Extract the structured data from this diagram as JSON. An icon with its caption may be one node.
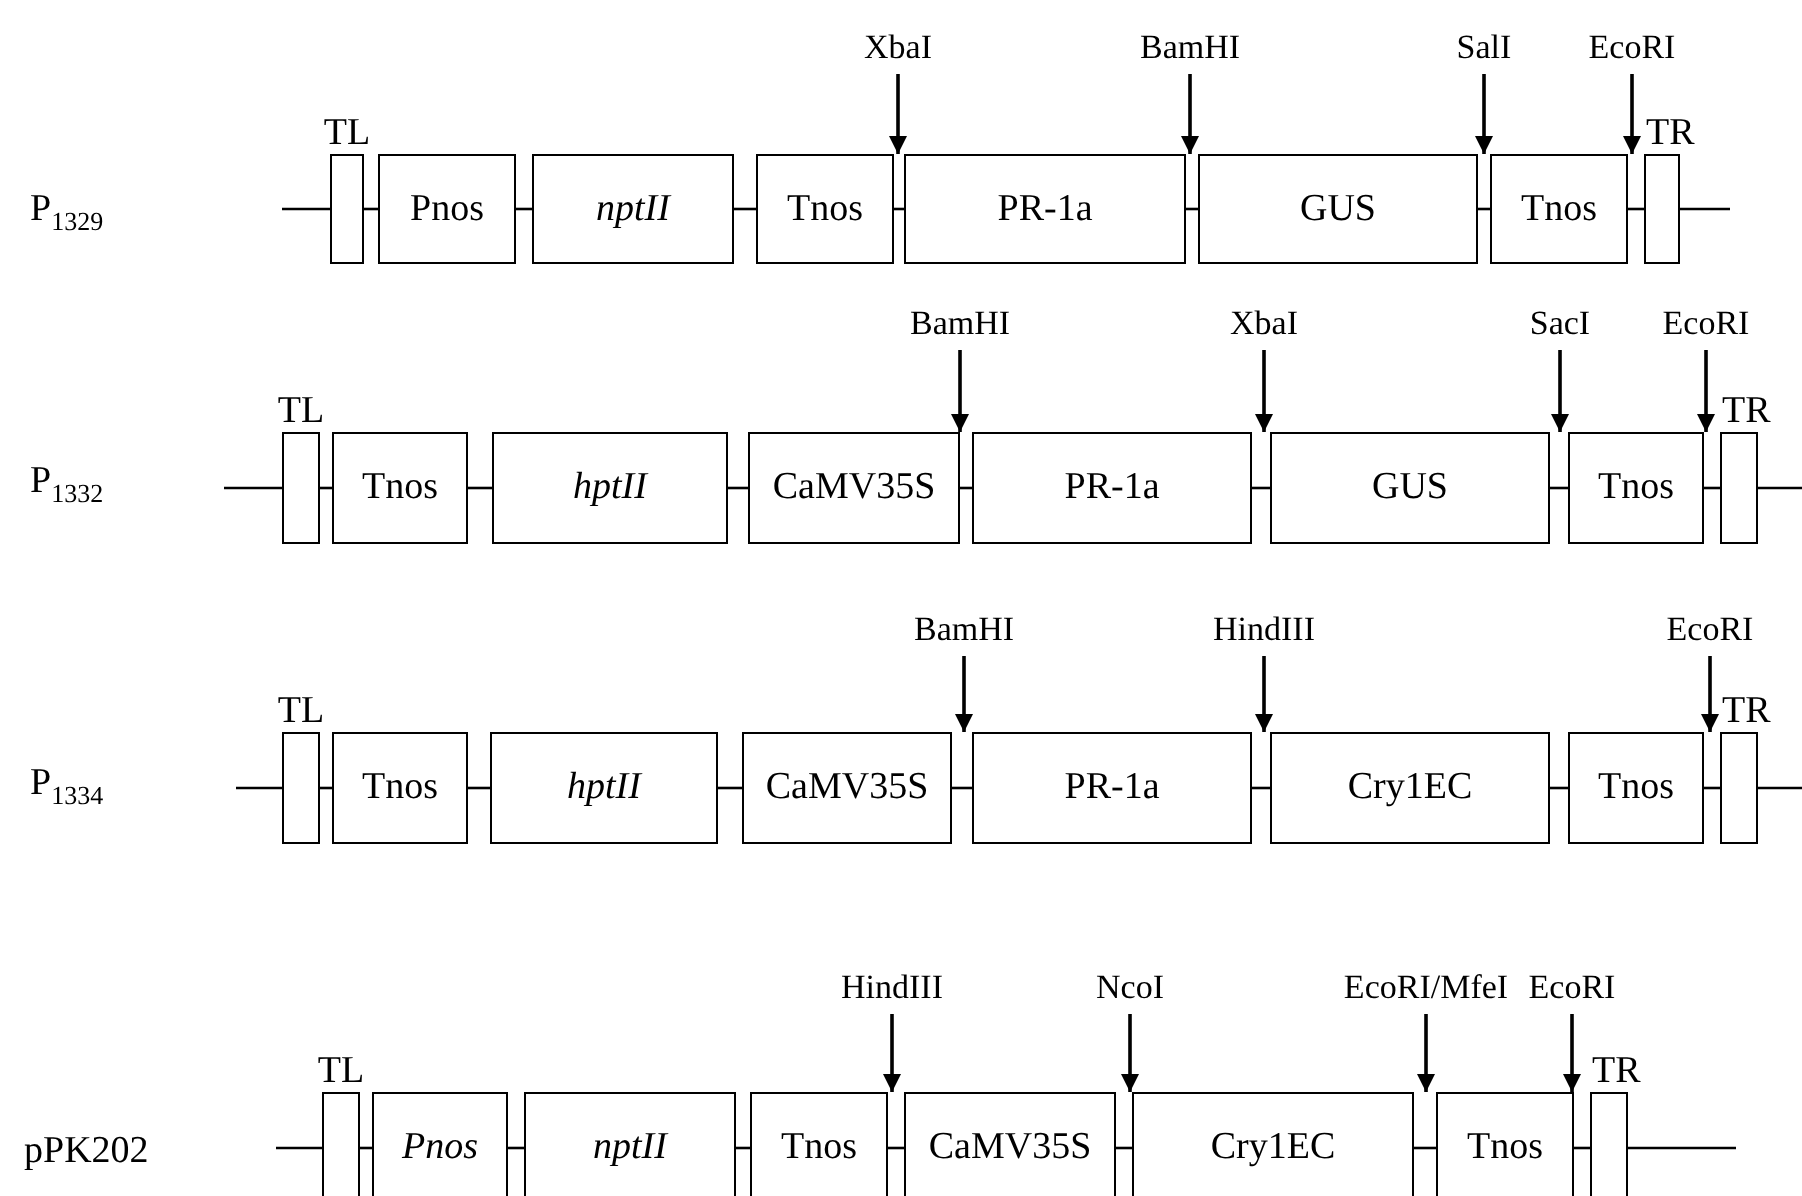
{
  "diagram": {
    "nodes": [
      {
        "text": [
          "XbaI"
        ]
      },
      {
        "text": [
          "BamHI"
        ]
      },
      {
        "text": [
          "SalI"
        ]
      },
      {
        "text": [
          "EcoRI"
        ]
      },
      {
        "text": [
          "TL"
        ]
      },
      {
        "text": [
          "Pnos"
        ]
      },
      {
        "text": [
          "nptII"
        ]
      },
      {
        "text": [
          "Tnos"
        ]
      },
      {
        "text": [
          "PR-1a"
        ]
      },
      {
        "text": [
          "GUS"
        ]
      },
      {
        "text": [
          "Tnos"
        ]
      },
      {
        "text": [
          "TR"
        ]
      },
      {
        "text": [
          "BamHI"
        ]
      },
      {
        "text": [
          "XbaI"
        ]
      },
      {
        "text": [
          "SacI"
        ]
      },
      {
        "text": [
          "EcoRI"
        ]
      },
      {
        "text": [
          "TL"
        ]
      },
      {
        "text": [
          "Tnos"
        ]
      },
      {
        "text": [
          "hptII"
        ]
      },
      {
        "text": [
          "CaMV35S"
        ]
      },
      {
        "text": [
          "PR-1a"
        ]
      },
      {
        "text": [
          "GUS"
        ]
      },
      {
        "text": [
          "Tnos"
        ]
      },
      {
        "text": [
          "TR"
        ]
      },
      {
        "text": [
          "BamHI"
        ]
      },
      {
        "text": [
          "HindIII"
        ]
      },
      {
        "text": [
          "EcoRI"
        ]
      },
      {
        "text": [
          "TL"
        ]
      },
      {
        "text": [
          "Tnos"
        ]
      },
      {
        "text": [
          "hptII"
        ]
      },
      {
        "text": [
          "CaMV35S"
        ]
      },
      {
        "text": [
          "PR-1a"
        ]
      },
      {
        "text": [
          "Cry1EC"
        ]
      },
      {
        "text": [
          "Tnos"
        ]
      },
      {
        "text": [
          "TR"
        ]
      },
      {
        "text": [
          "HindIII"
        ]
      },
      {
        "text": [
          "NcoI"
        ]
      },
      {
        "text": [
          "EcoRI/MfeI"
        ]
      },
      {
        "text": [
          "EcoRI"
        ]
      },
      {
        "text": [
          "TL"
        ]
      },
      {
        "text": [
          "Pnos"
        ]
      },
      {
        "text": [
          "nptII"
        ]
      },
      {
        "text": [
          "Tnos"
        ]
      },
      {
        "text": [
          "CaMV35S"
        ]
      },
      {
        "text": [
          "Cry1EC"
        ]
      },
      {
        "text": [
          "Tnos"
        ]
      },
      {
        "text": [
          "TR"
        ]
      }
    ],
    "edges": [
      {
        "from": null,
        "to": 4,
        "arrow": "none"
      },
      {
        "from": 4,
        "to": 5,
        "arrow": "none"
      },
      {
        "from": 5,
        "to": 6,
        "arrow": "none"
      },
      {
        "from": 6,
        "to": 7,
        "arrow": "none"
      },
      {
        "from": 7,
        "to": 8,
        "arrow": "none"
      },
      {
        "from": 8,
        "to": 9,
        "arrow": "none"
      },
      {
        "from": 9,
        "to": 10,
        "arrow": "none"
      },
      {
        "from": 10,
        "to": 11,
        "arrow": "none"
      },
      {
        "from": 11,
        "to": null,
        "arrow": "none"
      },
      {
        "from": 0,
        "to": 7,
        "arrow": "to"
      },
      {
        "from": 1,
        "to": 9,
        "arrow": "to"
      },
      {
        "from": 2,
        "to": 10,
        "arrow": "to"
      },
      {
        "from": 3,
        "to": 11,
        "arrow": "to"
      },
      {
        "from": null,
        "to": 16,
        "arrow": "none"
      },
      {
        "from": 16,
        "to": 17,
        "arrow": "none"
      },
      {
        "from": 17,
        "to": 18,
        "arrow": "none"
      },
      {
        "from": 18,
        "to": 19,
        "arrow": "none"
      },
      {
        "from": 19,
        "to": 20,
        "arrow": "none"
      },
      {
        "from": 20,
        "to": 21,
        "arrow": "none"
      },
      {
        "from": 21,
        "to": 22,
        "arrow": "none"
      },
      {
        "from": 22,
        "to": 23,
        "arrow": "none"
      },
      {
        "from": 23,
        "to": null,
        "arrow": "none"
      },
      {
        "from": 12,
        "to": 19,
        "arrow": "to"
      },
      {
        "from": 13,
        "to": 20,
        "arrow": "to"
      },
      {
        "from": 14,
        "to": 22,
        "arrow": "to"
      },
      {
        "from": 15,
        "to": 23,
        "arrow": "to"
      },
      {
        "from": null,
        "to": 27,
        "arrow": "none"
      },
      {
        "from": 27,
        "to": 28,
        "arrow": "none"
      },
      {
        "from": 28,
        "to": 29,
        "arrow": "none"
      },
      {
        "from": 29,
        "to": 30,
        "arrow": "none"
      },
      {
        "from": 30,
        "to": 31,
        "arrow": "none"
      },
      {
        "from": 31,
        "to": 32,
        "arrow": "none"
      },
      {
        "from": 32,
        "to": 33,
        "arrow": "none"
      },
      {
        "from": 33,
        "to": 34,
        "arrow": "none"
      },
      {
        "from": 34,
        "to": null,
        "arrow": "none"
      },
      {
        "from": 24,
        "to": 30,
        "arrow": "to"
      },
      {
        "from": 25,
        "to": 31,
        "arrow": "to"
      },
      {
        "from": 26,
        "to": 34,
        "arrow": "to"
      },
      {
        "from": null,
        "to": 39,
        "arrow": "none"
      },
      {
        "from": 39,
        "to": 40,
        "arrow": "none"
      },
      {
        "from": 40,
        "to": 41,
        "arrow": "none"
      },
      {
        "from": 41,
        "to": 42,
        "arrow": "none"
      },
      {
        "from": 42,
        "to": 43,
        "arrow": "none"
      },
      {
        "from": 43,
        "to": 44,
        "arrow": "none"
      },
      {
        "from": 44,
        "to": 45,
        "arrow": "none"
      },
      {
        "from": 45,
        "to": 46,
        "arrow": "none"
      },
      {
        "from": 46,
        "to": null,
        "arrow": "none"
      },
      {
        "from": 35,
        "to": 42,
        "arrow": "to"
      },
      {
        "from": 36,
        "to": 44,
        "arrow": "to"
      },
      {
        "from": 37,
        "to": 45,
        "arrow": "to"
      },
      {
        "from": 38,
        "to": 45,
        "arrow": "to"
      }
    ],
    "labels": [
      "P$_{1329}$",
      "P$_{1332}$",
      "P$_{1334}$",
      "pPK202"
    ]
  }
}
